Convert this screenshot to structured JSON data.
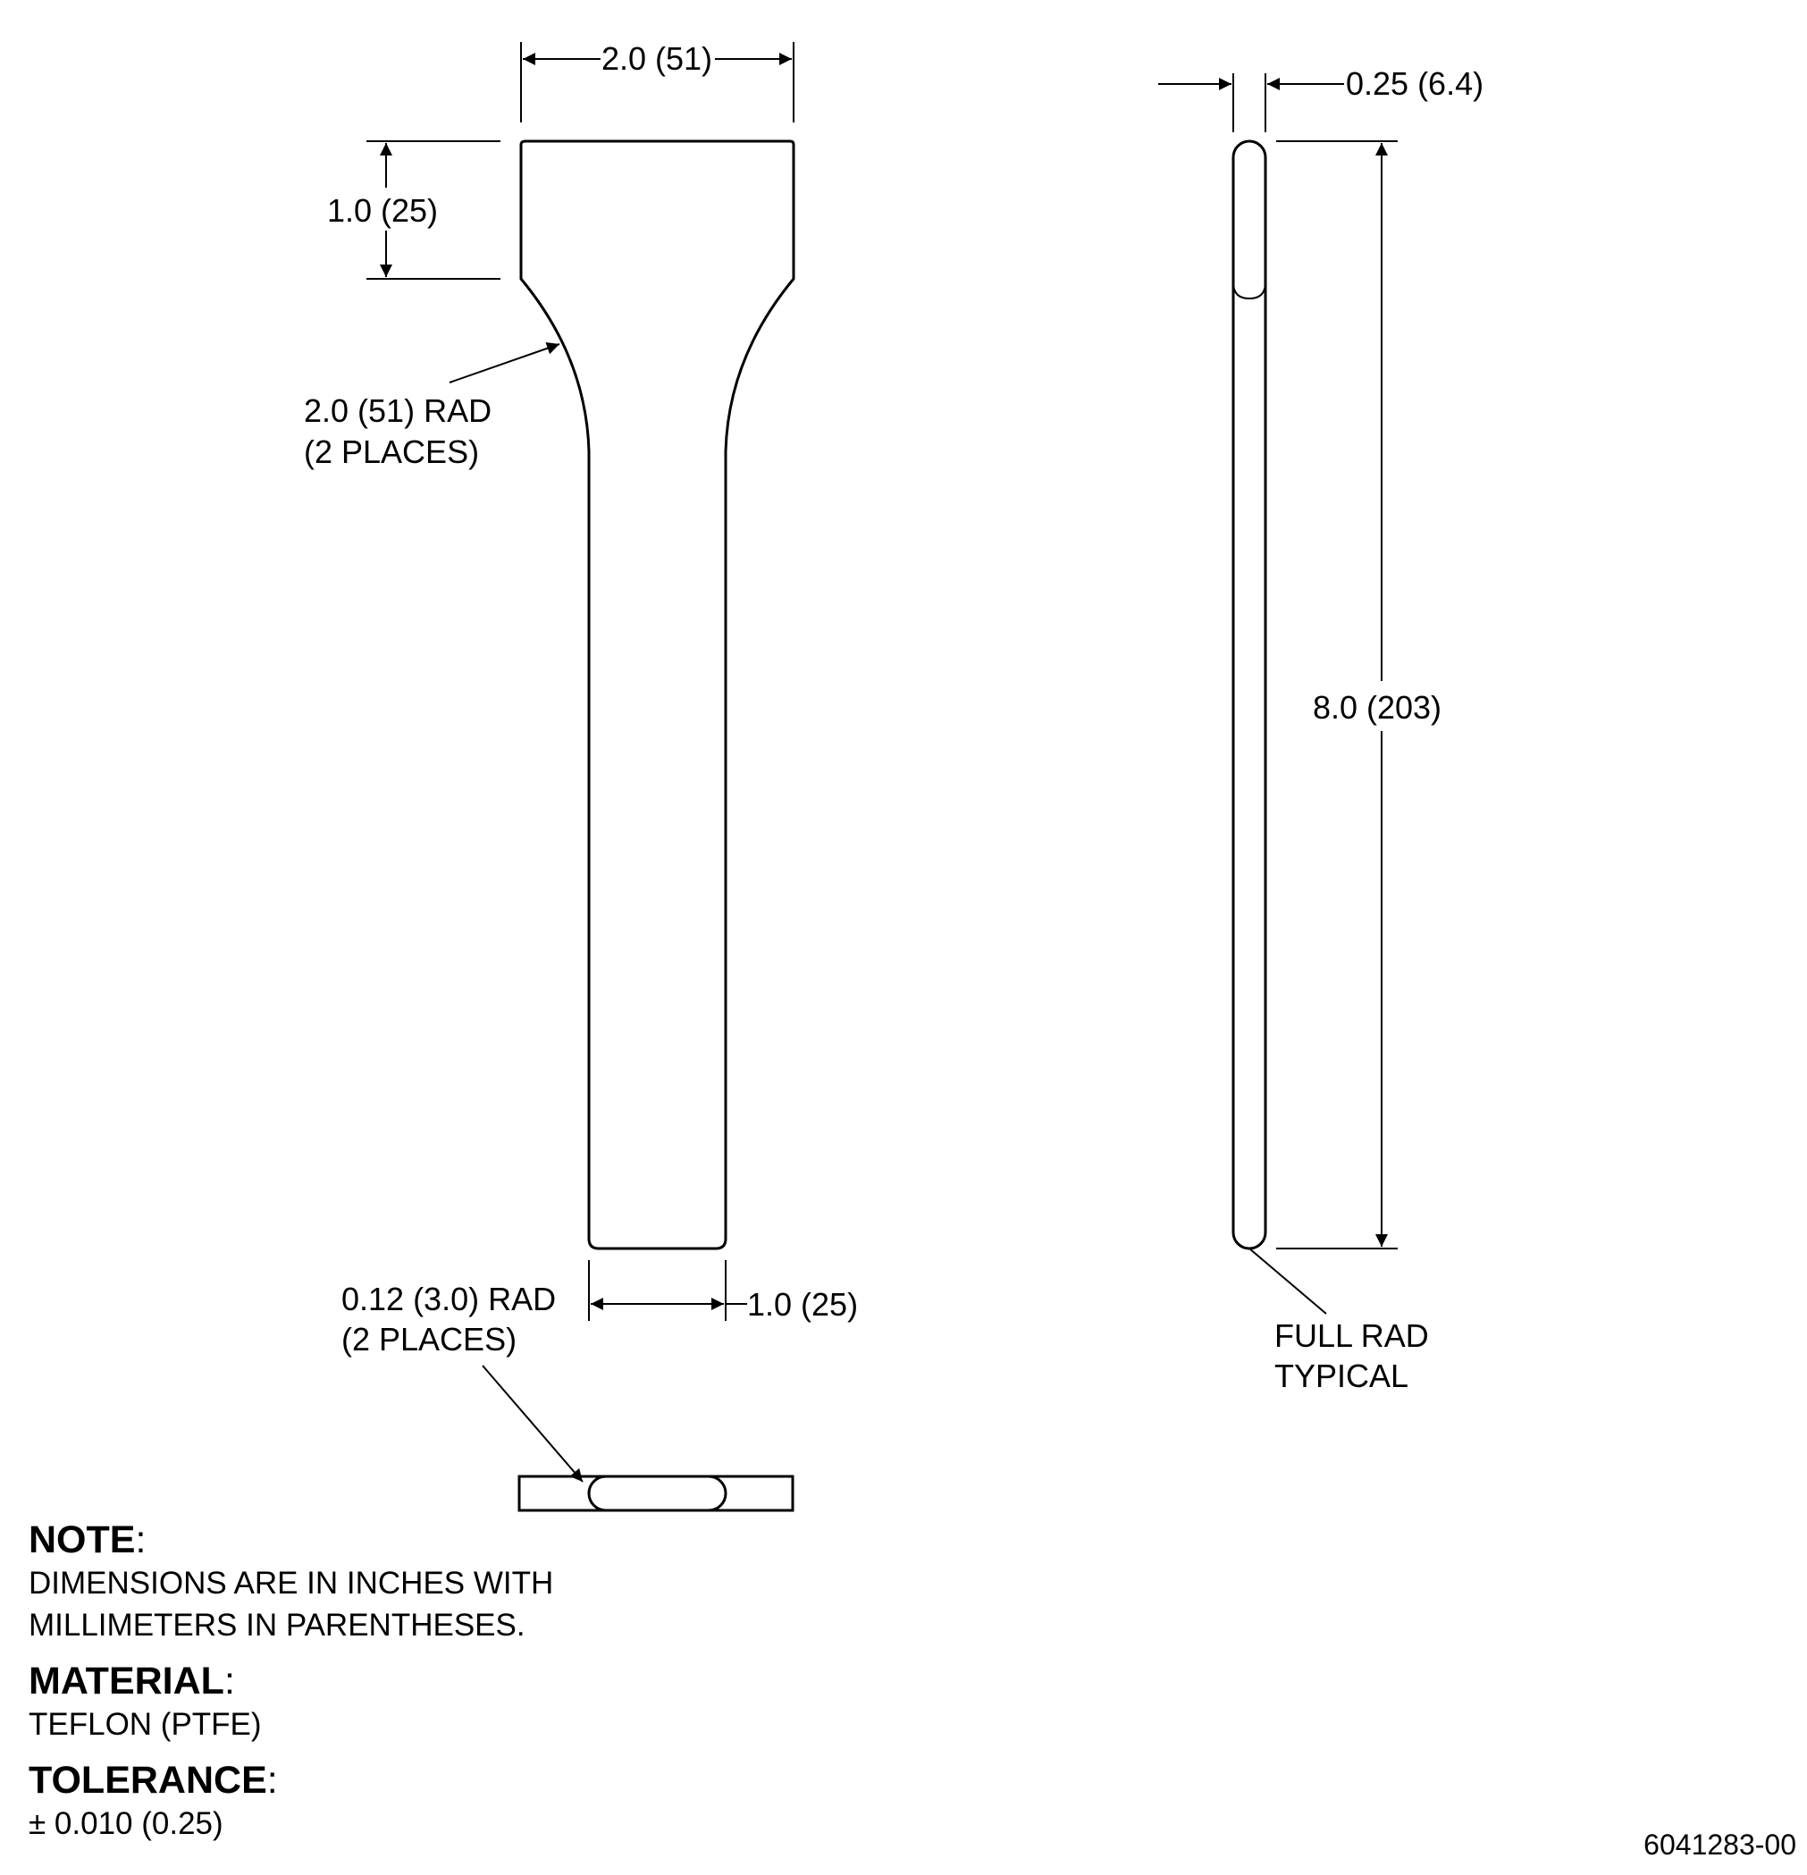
{
  "dimensions": {
    "top_width": "2.0 (51)",
    "head_height": "1.0 (25)",
    "head_radius_line1": "2.0 (51) RAD",
    "head_radius_line2": "(2 PLACES)",
    "neck_width": "1.0 (25)",
    "corner_radius_line1": "0.12 (3.0) RAD",
    "corner_radius_line2": "(2 PLACES)",
    "thickness": "0.25 (6.4)",
    "overall_length": "8.0 (203)",
    "edge_note_line1": "FULL RAD",
    "edge_note_line2": "TYPICAL"
  },
  "notes": {
    "note_heading": "NOTE",
    "note_line1": "DIMENSIONS ARE IN INCHES WITH",
    "note_line2": "MILLIMETERS IN PARENTHESES.",
    "material_heading": "MATERIAL",
    "material_value": "TEFLON (PTFE)",
    "tolerance_heading": "TOLERANCE",
    "tolerance_value": "± 0.010 (0.25)",
    "colon": ":"
  },
  "drawing_number": "6041283-00"
}
